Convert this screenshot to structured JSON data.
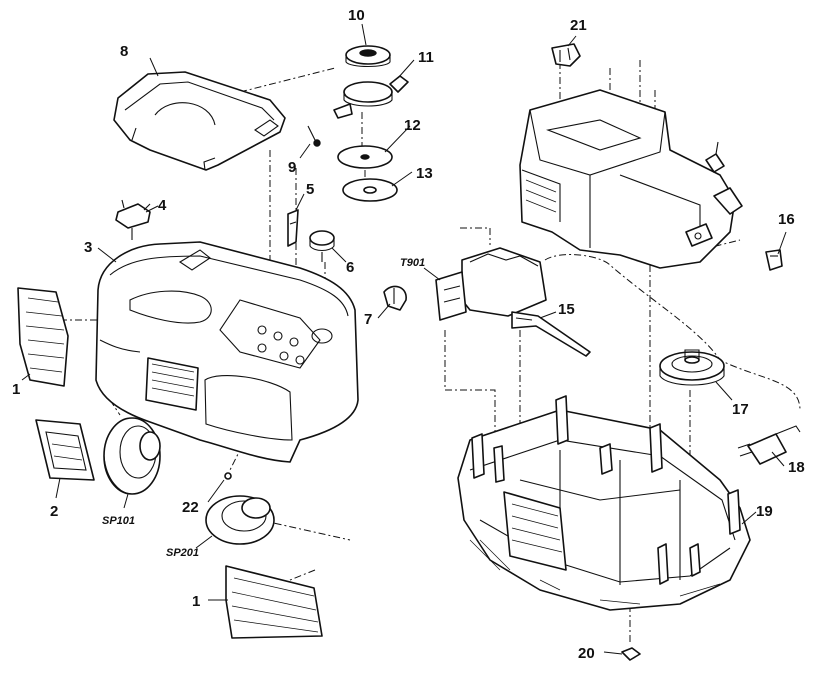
{
  "callouts": {
    "c1a": "1",
    "c1b": "1",
    "c2": "2",
    "c3": "3",
    "c4": "4",
    "c5": "5",
    "c6": "6",
    "c7": "7",
    "c8": "8",
    "c9": "9",
    "c10": "10",
    "c11": "11",
    "c12": "12",
    "c13": "13",
    "c15": "15",
    "c16": "16",
    "c17": "17",
    "c18": "18",
    "c19": "19",
    "c20": "20",
    "c21": "21",
    "c22": "22",
    "sp101": "SP101",
    "sp201": "SP201",
    "t901": "T901"
  },
  "colors": {
    "ink": "#111111",
    "paper": "#ffffff"
  }
}
